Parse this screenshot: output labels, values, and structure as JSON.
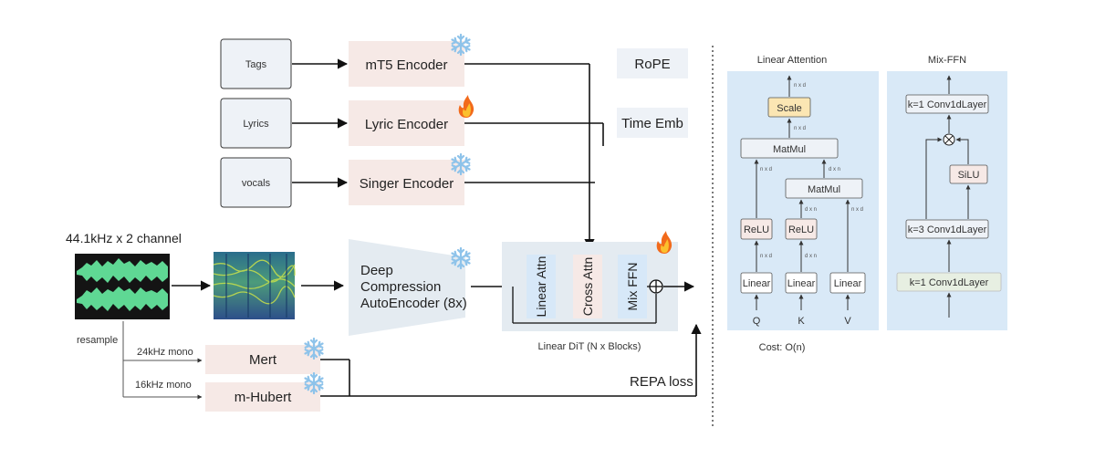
{
  "inputs": {
    "tags": "Tags",
    "lyrics": "Lyrics",
    "vocals": "vocals"
  },
  "encoders": {
    "mt5": "mT5 Encoder",
    "lyric": "Lyric Encoder",
    "singer": "Singer Encoder"
  },
  "embeddings": {
    "rope": "RoPE",
    "time": "Time Emb"
  },
  "audio": {
    "format": "44.1kHz x 2 channel",
    "resample": "resample",
    "mono24": "24kHz mono",
    "mono16": "16kHz mono"
  },
  "dcae": {
    "line1": "Deep",
    "line2": "Compression",
    "line3": "AutoEncoder (8x)"
  },
  "dit": {
    "linear_attn": "Linear Attn",
    "cross_attn": "Cross Attn",
    "mix_ffn": "Mix FFN",
    "caption": "Linear DiT (N x Blocks)"
  },
  "ssl": {
    "mert": "Mert",
    "hubert": "m-Hubert",
    "repa": "REPA loss"
  },
  "linear_attention": {
    "title": "Linear Attention",
    "scale": "Scale",
    "matmul": "MatMul",
    "relu": "ReLU",
    "linear": "Linear",
    "q": "Q",
    "k": "K",
    "v": "V",
    "nxd": "n x d",
    "dxn": "d x n",
    "cost": "Cost: O(n)"
  },
  "mix_ffn": {
    "title": "Mix-FFN",
    "conv_top": "k=1 Conv1dLayer",
    "silu": "SiLU",
    "conv_mid": "k=3 Conv1dLayer",
    "conv_bot": "k=1 Conv1dLayer"
  },
  "colors": {
    "encoder_fill": "#f6e9e6",
    "panel_fill": "#d9e9f7",
    "dit_fill": "#e4ebf1",
    "scale_fill": "#fbe6b3",
    "waveform": "#5fd894",
    "frozen": "#9cc8ec",
    "trainable": "#f3762a"
  },
  "icons": {
    "frozen": "snowflake-icon",
    "trainable": "flame-icon"
  }
}
